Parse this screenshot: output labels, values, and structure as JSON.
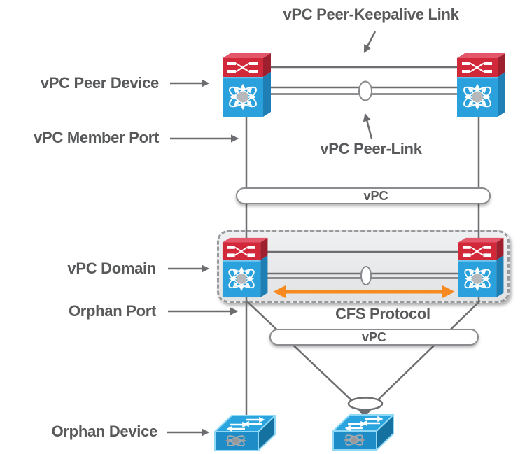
{
  "title": "vPC components diagram",
  "labels": {
    "peer_keepalive_link": "vPC Peer-Keepalive Link",
    "peer_device": "vPC Peer Device",
    "member_port": "vPC Member Port",
    "peer_link": "vPC Peer-Link",
    "vpc_upper": "vPC",
    "vpc_domain": "vPC Domain",
    "orphan_port": "Orphan Port",
    "cfs_protocol": "CFS Protocol",
    "vpc_lower": "vPC",
    "orphan_device": "Orphan Device"
  },
  "colors": {
    "label_text": "#58595B",
    "connection_line": "#6D6E71",
    "cfs_arrow_orange": "#F6891F",
    "switch_red": "#D2293A",
    "switch_blue": "#2AA1DC",
    "domain_fill": "#E8E9EA",
    "pill_border": "#8A8C8F"
  },
  "devices": [
    {
      "id": "peer-switch-left",
      "icon": "nexus-switch-icon"
    },
    {
      "id": "peer-switch-right",
      "icon": "nexus-switch-icon"
    },
    {
      "id": "domain-switch-left",
      "icon": "nexus-switch-icon"
    },
    {
      "id": "domain-switch-right",
      "icon": "nexus-switch-icon"
    },
    {
      "id": "orphan-switch-left",
      "icon": "workgroup-switch-icon"
    },
    {
      "id": "orphan-switch-center",
      "icon": "workgroup-switch-icon"
    }
  ]
}
